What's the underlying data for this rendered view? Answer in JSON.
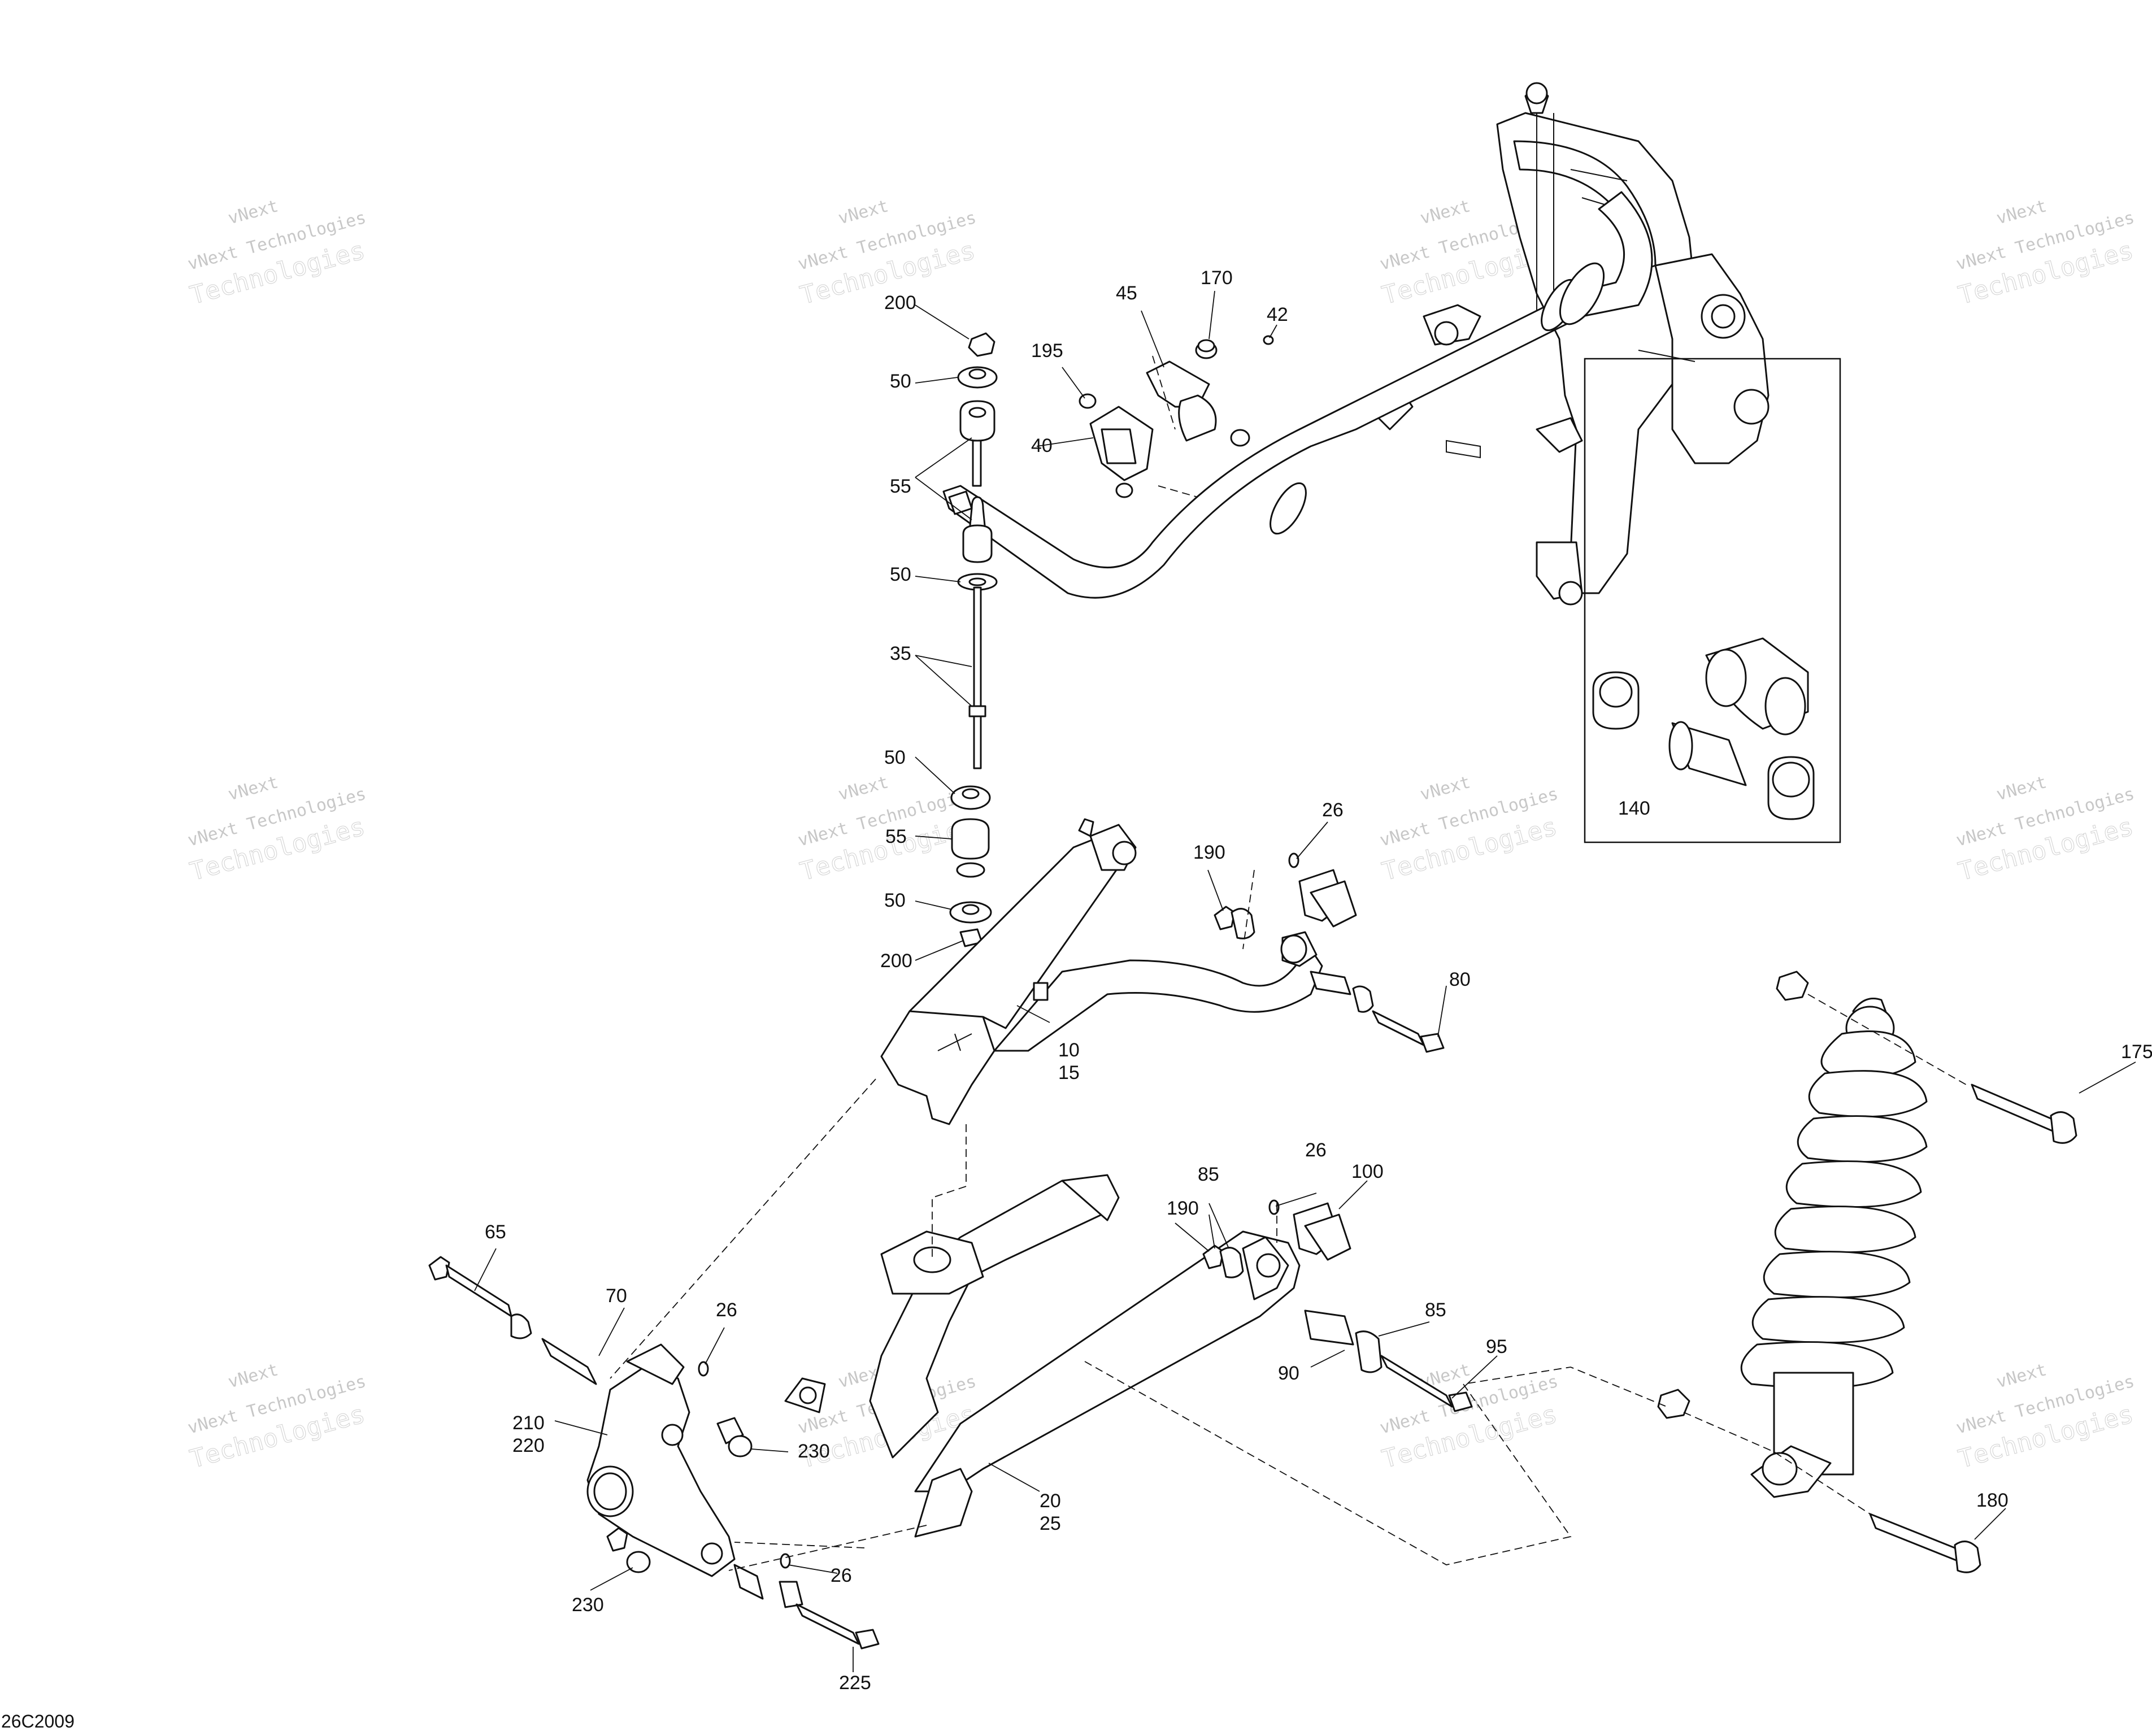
{
  "diagram_code": "26C2009",
  "watermark": {
    "line1": "vNext",
    "line2": "vNext Technologies",
    "line3": "Technologies"
  },
  "callouts": {
    "c200_top": "200",
    "c50_a": "50",
    "c55_a": "55",
    "c50_b": "50",
    "c35": "35",
    "c50_c": "50",
    "c55_b": "55",
    "c50_d": "50",
    "c200_bot": "200",
    "c45": "45",
    "c170": "170",
    "c42": "42",
    "c195": "195",
    "c40": "40",
    "c140": "140",
    "c26_a": "26",
    "c190_a": "190",
    "c80": "80",
    "c10": "10",
    "c15": "15",
    "c175": "175",
    "c85_a": "85",
    "c26_b": "26",
    "c100": "100",
    "c190_b": "190",
    "c65": "65",
    "c70": "70",
    "c26_c": "26",
    "c85_b": "85",
    "c95": "95",
    "c90": "90",
    "c210": "210",
    "c220": "220",
    "c230_a": "230",
    "c20": "20",
    "c25": "25",
    "c180": "180",
    "c26_d": "26",
    "c230_b": "230",
    "c225": "225"
  }
}
